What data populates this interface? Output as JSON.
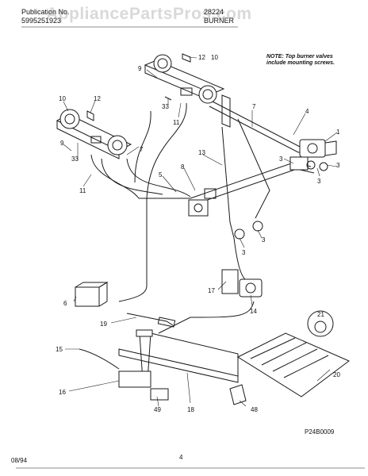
{
  "header": {
    "publication_label": "Publication No.",
    "publication_number": "5995251923",
    "model": "28224",
    "section": "BURNER"
  },
  "watermark": "AppliancePartsPros.com",
  "note": {
    "line1": "NOTE: Top burner valves",
    "line2": "include mounting screws."
  },
  "callouts": [
    "1",
    "3",
    "3",
    "3",
    "3",
    "4",
    "5",
    "6",
    "7",
    "8",
    "9",
    "9",
    "10",
    "10",
    "11",
    "11",
    "12",
    "12",
    "13",
    "14",
    "15",
    "16",
    "17",
    "18",
    "19",
    "20",
    "21",
    "33",
    "33",
    "48",
    "49"
  ],
  "diagram_code": "P24B0009",
  "footer": {
    "date": "08/94",
    "page": "4"
  },
  "colors": {
    "line": "#1a1a1a",
    "watermark": "#9a9a9a"
  }
}
